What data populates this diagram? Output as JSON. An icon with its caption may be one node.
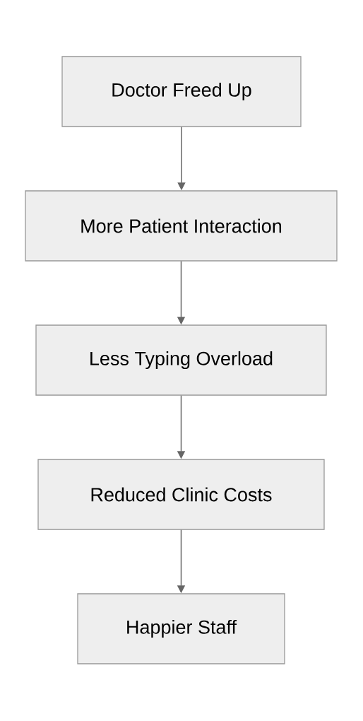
{
  "diagram": {
    "nodes": [
      {
        "text": [
          "Doctor Freed Up"
        ]
      },
      {
        "text": [
          "More Patient Interaction"
        ]
      },
      {
        "text": [
          "Less Typing Overload"
        ]
      },
      {
        "text": [
          "Reduced Clinic Costs"
        ]
      },
      {
        "text": [
          "Happier Staff"
        ]
      }
    ],
    "edges": [
      {
        "from": 0,
        "to": 1,
        "arrow": "to"
      },
      {
        "from": 1,
        "to": 2,
        "arrow": "to"
      },
      {
        "from": 2,
        "to": 3,
        "arrow": "to"
      },
      {
        "from": 3,
        "to": 4,
        "arrow": "to"
      }
    ]
  }
}
